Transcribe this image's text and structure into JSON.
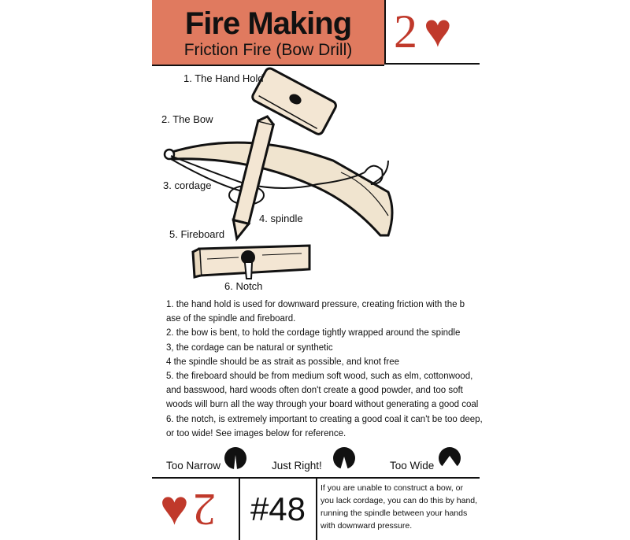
{
  "header": {
    "title": "Fire Making",
    "subtitle": "Friction Fire (Bow Drill)",
    "rank": "2",
    "suit_icon": "heart-icon",
    "suit_color": "#c0392b",
    "header_color": "#e07a5f"
  },
  "illustration": {
    "labels": {
      "hand_hold": "1. The Hand Hold",
      "bow": "2. The Bow",
      "cordage": "3. cordage",
      "spindle": "4. spindle",
      "fireboard": "5. Fireboard",
      "notch": "6. Notch"
    }
  },
  "steps": [
    "1. the hand hold is used for downward pressure, creating friction with the b",
    "ase of the spindle and fireboard.",
    "2. the bow is bent, to hold the cordage tightly wrapped around the spindle",
    "3, the cordage can be natural or synthetic",
    "4 the spindle should be as strait as possible, and knot free",
    "5. the fireboard should be from medium soft wood, such as elm, cottonwood,",
    "and basswood, hard woods often don't create a good powder, and too soft",
    "woods will burn all the way through your board without generating a good coal",
    "6. the notch, is extremely important to creating a good coal it can't be too deep,",
    "or too wide! See images below for reference."
  ],
  "notch_examples": {
    "too_narrow": "Too Narrow",
    "just_right": "Just Right!",
    "too_wide": "Too Wide"
  },
  "footer": {
    "rank": "2",
    "card_number": "#48",
    "note": "If you are unable to construct a bow, or you lack cordage,  you can do this by hand, running the spindle between your hands with downward pressure."
  }
}
